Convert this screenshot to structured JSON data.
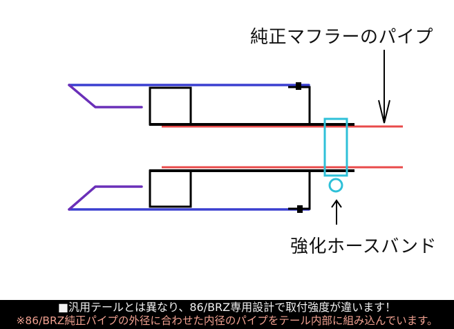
{
  "labels": {
    "stock_pipe": "純正マフラーのパイプ",
    "hose_band": "強化ホースバンド"
  },
  "footer": {
    "line1": "■汎用テールとは異なり、86/BRZ専用設計で取付強度が違います！",
    "line2": "※86/BRZ純正パイプの外径に合わせた内径のパイプをテール内部に組み込んでいます。"
  },
  "colors": {
    "background": "#ffffff",
    "outer_shell": "#3a3fd0",
    "inner_tip": "#6a2fb8",
    "stock_pipe": "#e84a4a",
    "inner_pipe": "#000000",
    "hose_band": "#2ec0d8",
    "footer_bg": "#000000",
    "footer_line1": "#f2f2f2",
    "footer_line2": "#f0a090"
  }
}
